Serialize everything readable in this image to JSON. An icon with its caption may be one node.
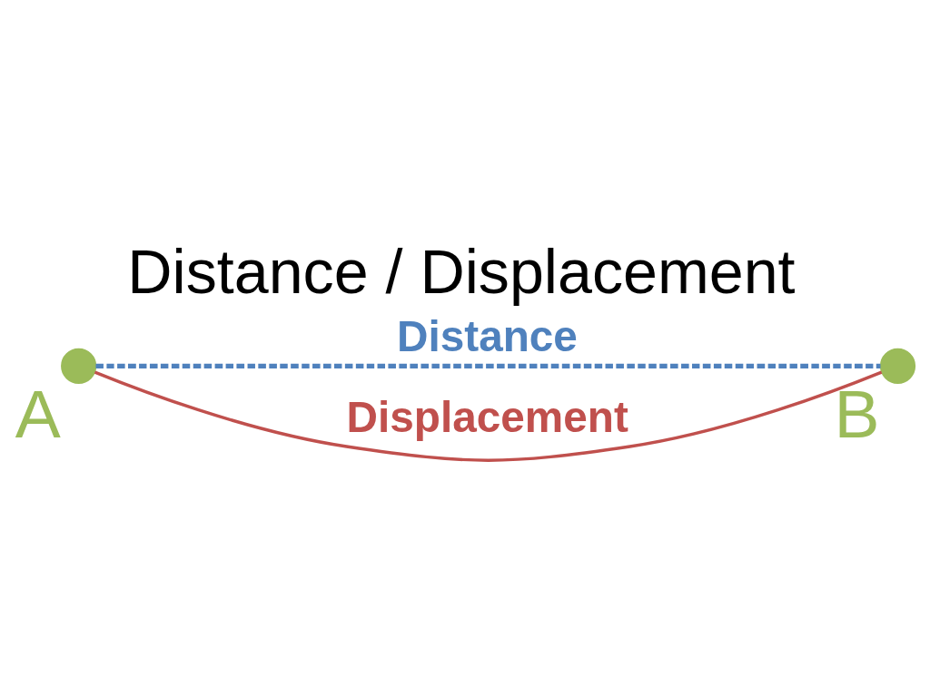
{
  "diagram": {
    "title": "Distance / Displacement",
    "nodes": [
      {
        "text": [],
        "shape": "circle",
        "beside": [
          "A"
        ]
      },
      {
        "text": [],
        "shape": "circle",
        "beside": [
          "B"
        ]
      }
    ],
    "edges": [
      {
        "from": 0,
        "to": 1,
        "arrow": "none",
        "label": "Distance",
        "style": "dashed",
        "color": "#4f81bd"
      },
      {
        "from": 0,
        "to": 1,
        "arrow": "none",
        "label": "Displacement",
        "color": "#c0504d"
      }
    ]
  }
}
